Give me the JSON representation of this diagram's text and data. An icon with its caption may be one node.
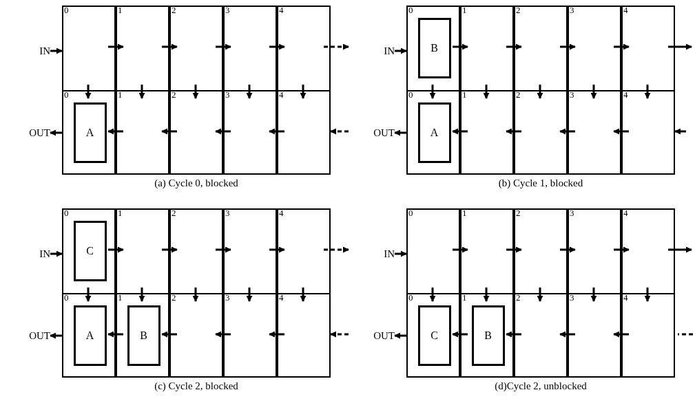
{
  "diagram": {
    "nodes": [
      {
        "text": [
          "IN"
        ]
      },
      {
        "text": [
          "0"
        ]
      },
      {
        "text": [
          "1"
        ]
      },
      {
        "text": [
          "2"
        ]
      },
      {
        "text": [
          "3"
        ]
      },
      {
        "text": [
          "4"
        ]
      },
      {
        "text": [
          "OUT"
        ]
      },
      {
        "text": [
          "0"
        ]
      },
      {
        "text": [
          "1"
        ]
      },
      {
        "text": [
          "2"
        ]
      },
      {
        "text": [
          "3"
        ]
      },
      {
        "text": [
          "4"
        ]
      },
      {
        "text": [
          "A"
        ],
        "in": 7
      },
      {
        "text": [
          "IN"
        ]
      },
      {
        "text": [
          "0"
        ]
      },
      {
        "text": [
          "1"
        ]
      },
      {
        "text": [
          "2"
        ]
      },
      {
        "text": [
          "3"
        ]
      },
      {
        "text": [
          "4"
        ]
      },
      {
        "text": [
          "B"
        ],
        "in": 14
      },
      {
        "text": [
          "OUT"
        ]
      },
      {
        "text": [
          "0"
        ]
      },
      {
        "text": [
          "1"
        ]
      },
      {
        "text": [
          "2"
        ]
      },
      {
        "text": [
          "3"
        ]
      },
      {
        "text": [
          "4"
        ]
      },
      {
        "text": [
          "A"
        ],
        "in": 21
      },
      {
        "text": [
          "IN"
        ]
      },
      {
        "text": [
          "0"
        ]
      },
      {
        "text": [
          "1"
        ]
      },
      {
        "text": [
          "2"
        ]
      },
      {
        "text": [
          "3"
        ]
      },
      {
        "text": [
          "4"
        ]
      },
      {
        "text": [
          "C"
        ],
        "in": 28
      },
      {
        "text": [
          "OUT"
        ]
      },
      {
        "text": [
          "0"
        ]
      },
      {
        "text": [
          "1"
        ]
      },
      {
        "text": [
          "2"
        ]
      },
      {
        "text": [
          "3"
        ]
      },
      {
        "text": [
          "4"
        ]
      },
      {
        "text": [
          "A"
        ],
        "in": 35
      },
      {
        "text": [
          "B"
        ],
        "in": 36
      },
      {
        "text": [
          "IN"
        ]
      },
      {
        "text": [
          "0"
        ]
      },
      {
        "text": [
          "1"
        ]
      },
      {
        "text": [
          "2"
        ]
      },
      {
        "text": [
          "3"
        ]
      },
      {
        "text": [
          "4"
        ]
      },
      {
        "text": [
          "OUT"
        ]
      },
      {
        "text": [
          "0"
        ]
      },
      {
        "text": [
          "1"
        ]
      },
      {
        "text": [
          "2"
        ]
      },
      {
        "text": [
          "3"
        ]
      },
      {
        "text": [
          "4"
        ]
      },
      {
        "text": [
          "C"
        ],
        "in": 49
      },
      {
        "text": [
          "B"
        ],
        "in": 50
      }
    ],
    "edges": [
      {
        "from": 0,
        "to": 1,
        "arrow": "to"
      },
      {
        "from": 1,
        "to": 2,
        "arrow": "to"
      },
      {
        "from": 2,
        "to": 3,
        "arrow": "to"
      },
      {
        "from": 3,
        "to": 4,
        "arrow": "to"
      },
      {
        "from": 4,
        "to": 5,
        "arrow": "to"
      },
      {
        "from": 5,
        "to": null,
        "arrow": "to",
        "style": "dashed"
      },
      {
        "from": 1,
        "to": 7,
        "arrow": "to"
      },
      {
        "from": 2,
        "to": 8,
        "arrow": "to"
      },
      {
        "from": 3,
        "to": 9,
        "arrow": "to"
      },
      {
        "from": 4,
        "to": 10,
        "arrow": "to"
      },
      {
        "from": 5,
        "to": 11,
        "arrow": "to"
      },
      {
        "from": 11,
        "to": 10,
        "arrow": "to"
      },
      {
        "from": 10,
        "to": 9,
        "arrow": "to"
      },
      {
        "from": 9,
        "to": 8,
        "arrow": "to"
      },
      {
        "from": 8,
        "to": 7,
        "arrow": "to"
      },
      {
        "from": 7,
        "to": 6,
        "arrow": "to"
      },
      {
        "from": null,
        "to": 11,
        "arrow": "to",
        "style": "dashed"
      },
      {
        "from": 13,
        "to": 14,
        "arrow": "to"
      },
      {
        "from": 14,
        "to": 15,
        "arrow": "to"
      },
      {
        "from": 15,
        "to": 16,
        "arrow": "to"
      },
      {
        "from": 16,
        "to": 17,
        "arrow": "to"
      },
      {
        "from": 17,
        "to": 18,
        "arrow": "to"
      },
      {
        "from": 18,
        "to": null,
        "arrow": "to"
      },
      {
        "from": 14,
        "to": 21,
        "arrow": "to"
      },
      {
        "from": 15,
        "to": 22,
        "arrow": "to"
      },
      {
        "from": 16,
        "to": 23,
        "arrow": "to"
      },
      {
        "from": 17,
        "to": 24,
        "arrow": "to"
      },
      {
        "from": 18,
        "to": 25,
        "arrow": "to"
      },
      {
        "from": 25,
        "to": 24,
        "arrow": "to"
      },
      {
        "from": 24,
        "to": 23,
        "arrow": "to"
      },
      {
        "from": 23,
        "to": 22,
        "arrow": "to"
      },
      {
        "from": 22,
        "to": 21,
        "arrow": "to"
      },
      {
        "from": 21,
        "to": 20,
        "arrow": "to"
      },
      {
        "from": null,
        "to": 25,
        "arrow": "to"
      },
      {
        "from": 27,
        "to": 28,
        "arrow": "to"
      },
      {
        "from": 28,
        "to": 29,
        "arrow": "to"
      },
      {
        "from": 29,
        "to": 30,
        "arrow": "to"
      },
      {
        "from": 30,
        "to": 31,
        "arrow": "to"
      },
      {
        "from": 31,
        "to": 32,
        "arrow": "to"
      },
      {
        "from": 32,
        "to": null,
        "arrow": "to",
        "style": "dashed"
      },
      {
        "from": 28,
        "to": 35,
        "arrow": "to"
      },
      {
        "from": 29,
        "to": 36,
        "arrow": "to"
      },
      {
        "from": 30,
        "to": 37,
        "arrow": "to"
      },
      {
        "from": 31,
        "to": 38,
        "arrow": "to"
      },
      {
        "from": 32,
        "to": 39,
        "arrow": "to"
      },
      {
        "from": 39,
        "to": 38,
        "arrow": "to"
      },
      {
        "from": 38,
        "to": 37,
        "arrow": "to"
      },
      {
        "from": 37,
        "to": 36,
        "arrow": "to"
      },
      {
        "from": 36,
        "to": 35,
        "arrow": "to"
      },
      {
        "from": 35,
        "to": 34,
        "arrow": "to"
      },
      {
        "from": null,
        "to": 39,
        "arrow": "to",
        "style": "dashed"
      },
      {
        "from": 42,
        "to": 43,
        "arrow": "to"
      },
      {
        "from": 43,
        "to": 44,
        "arrow": "to"
      },
      {
        "from": 44,
        "to": 45,
        "arrow": "to"
      },
      {
        "from": 45,
        "to": 46,
        "arrow": "to"
      },
      {
        "from": 46,
        "to": 47,
        "arrow": "to"
      },
      {
        "from": 47,
        "to": null,
        "arrow": "to"
      },
      {
        "from": 43,
        "to": 49,
        "arrow": "to"
      },
      {
        "from": 44,
        "to": 50,
        "arrow": "to"
      },
      {
        "from": 45,
        "to": 51,
        "arrow": "to"
      },
      {
        "from": 46,
        "to": 52,
        "arrow": "to"
      },
      {
        "from": 47,
        "to": 53,
        "arrow": "to"
      },
      {
        "from": 53,
        "to": 52,
        "arrow": "to"
      },
      {
        "from": 52,
        "to": 51,
        "arrow": "to"
      },
      {
        "from": 51,
        "to": 50,
        "arrow": "to"
      },
      {
        "from": 50,
        "to": 49,
        "arrow": "to"
      },
      {
        "from": 49,
        "to": 48,
        "arrow": "to"
      },
      {
        "from": null,
        "to": 53,
        "arrow": "none",
        "style": "dashed"
      }
    ],
    "labels": [
      "(a) Cycle 0, blocked",
      "(b) Cycle 1, blocked",
      "(c) Cycle 2, blocked",
      "(d)Cycle 2, unblocked"
    ]
  }
}
